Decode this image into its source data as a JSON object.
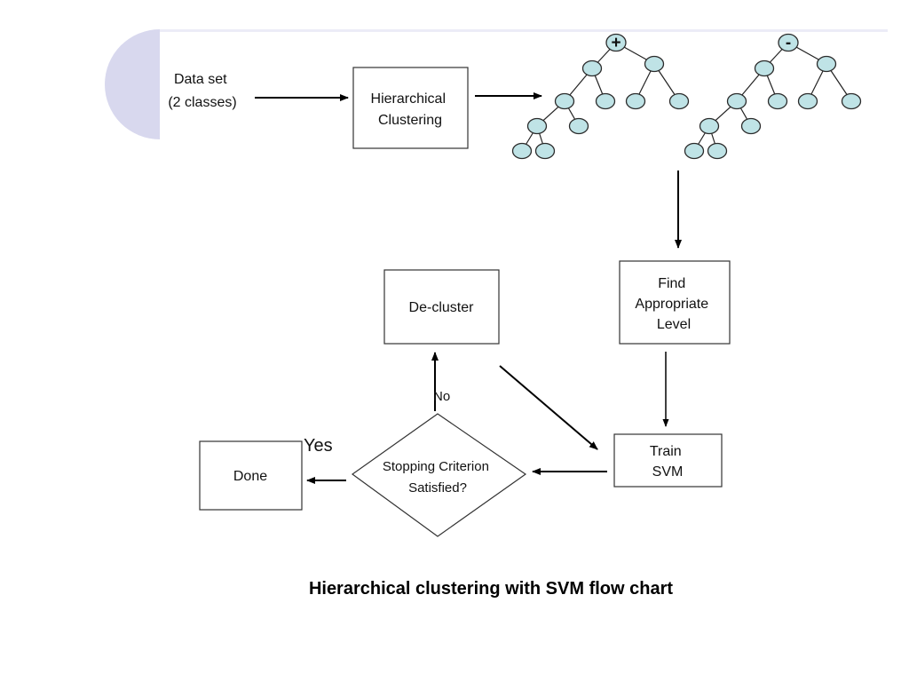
{
  "colors": {
    "background": "#ffffff",
    "decor_circle": "#d8d8ee",
    "tree_node_fill": "#bfe3e6",
    "tree_node_stroke": "#2b2b2b",
    "line": "#000000"
  },
  "nodes": {
    "data_set": [
      "Data set",
      "(2 classes)"
    ],
    "hierarchical_clustering": [
      "Hierarchical",
      "Clustering"
    ],
    "find_level": [
      "Find",
      "Appropriate",
      "Level"
    ],
    "de_cluster": [
      "De-cluster"
    ],
    "train_svm": [
      "Train",
      "SVM"
    ],
    "stopping": [
      "Stopping Criterion",
      "Satisfied?"
    ],
    "done": [
      "Done"
    ]
  },
  "trees": {
    "positive_sign": "+",
    "negative_sign": "-"
  },
  "labels": {
    "yes": "Yes",
    "no": "No"
  },
  "caption": "Hierarchical clustering with SVM flow chart"
}
